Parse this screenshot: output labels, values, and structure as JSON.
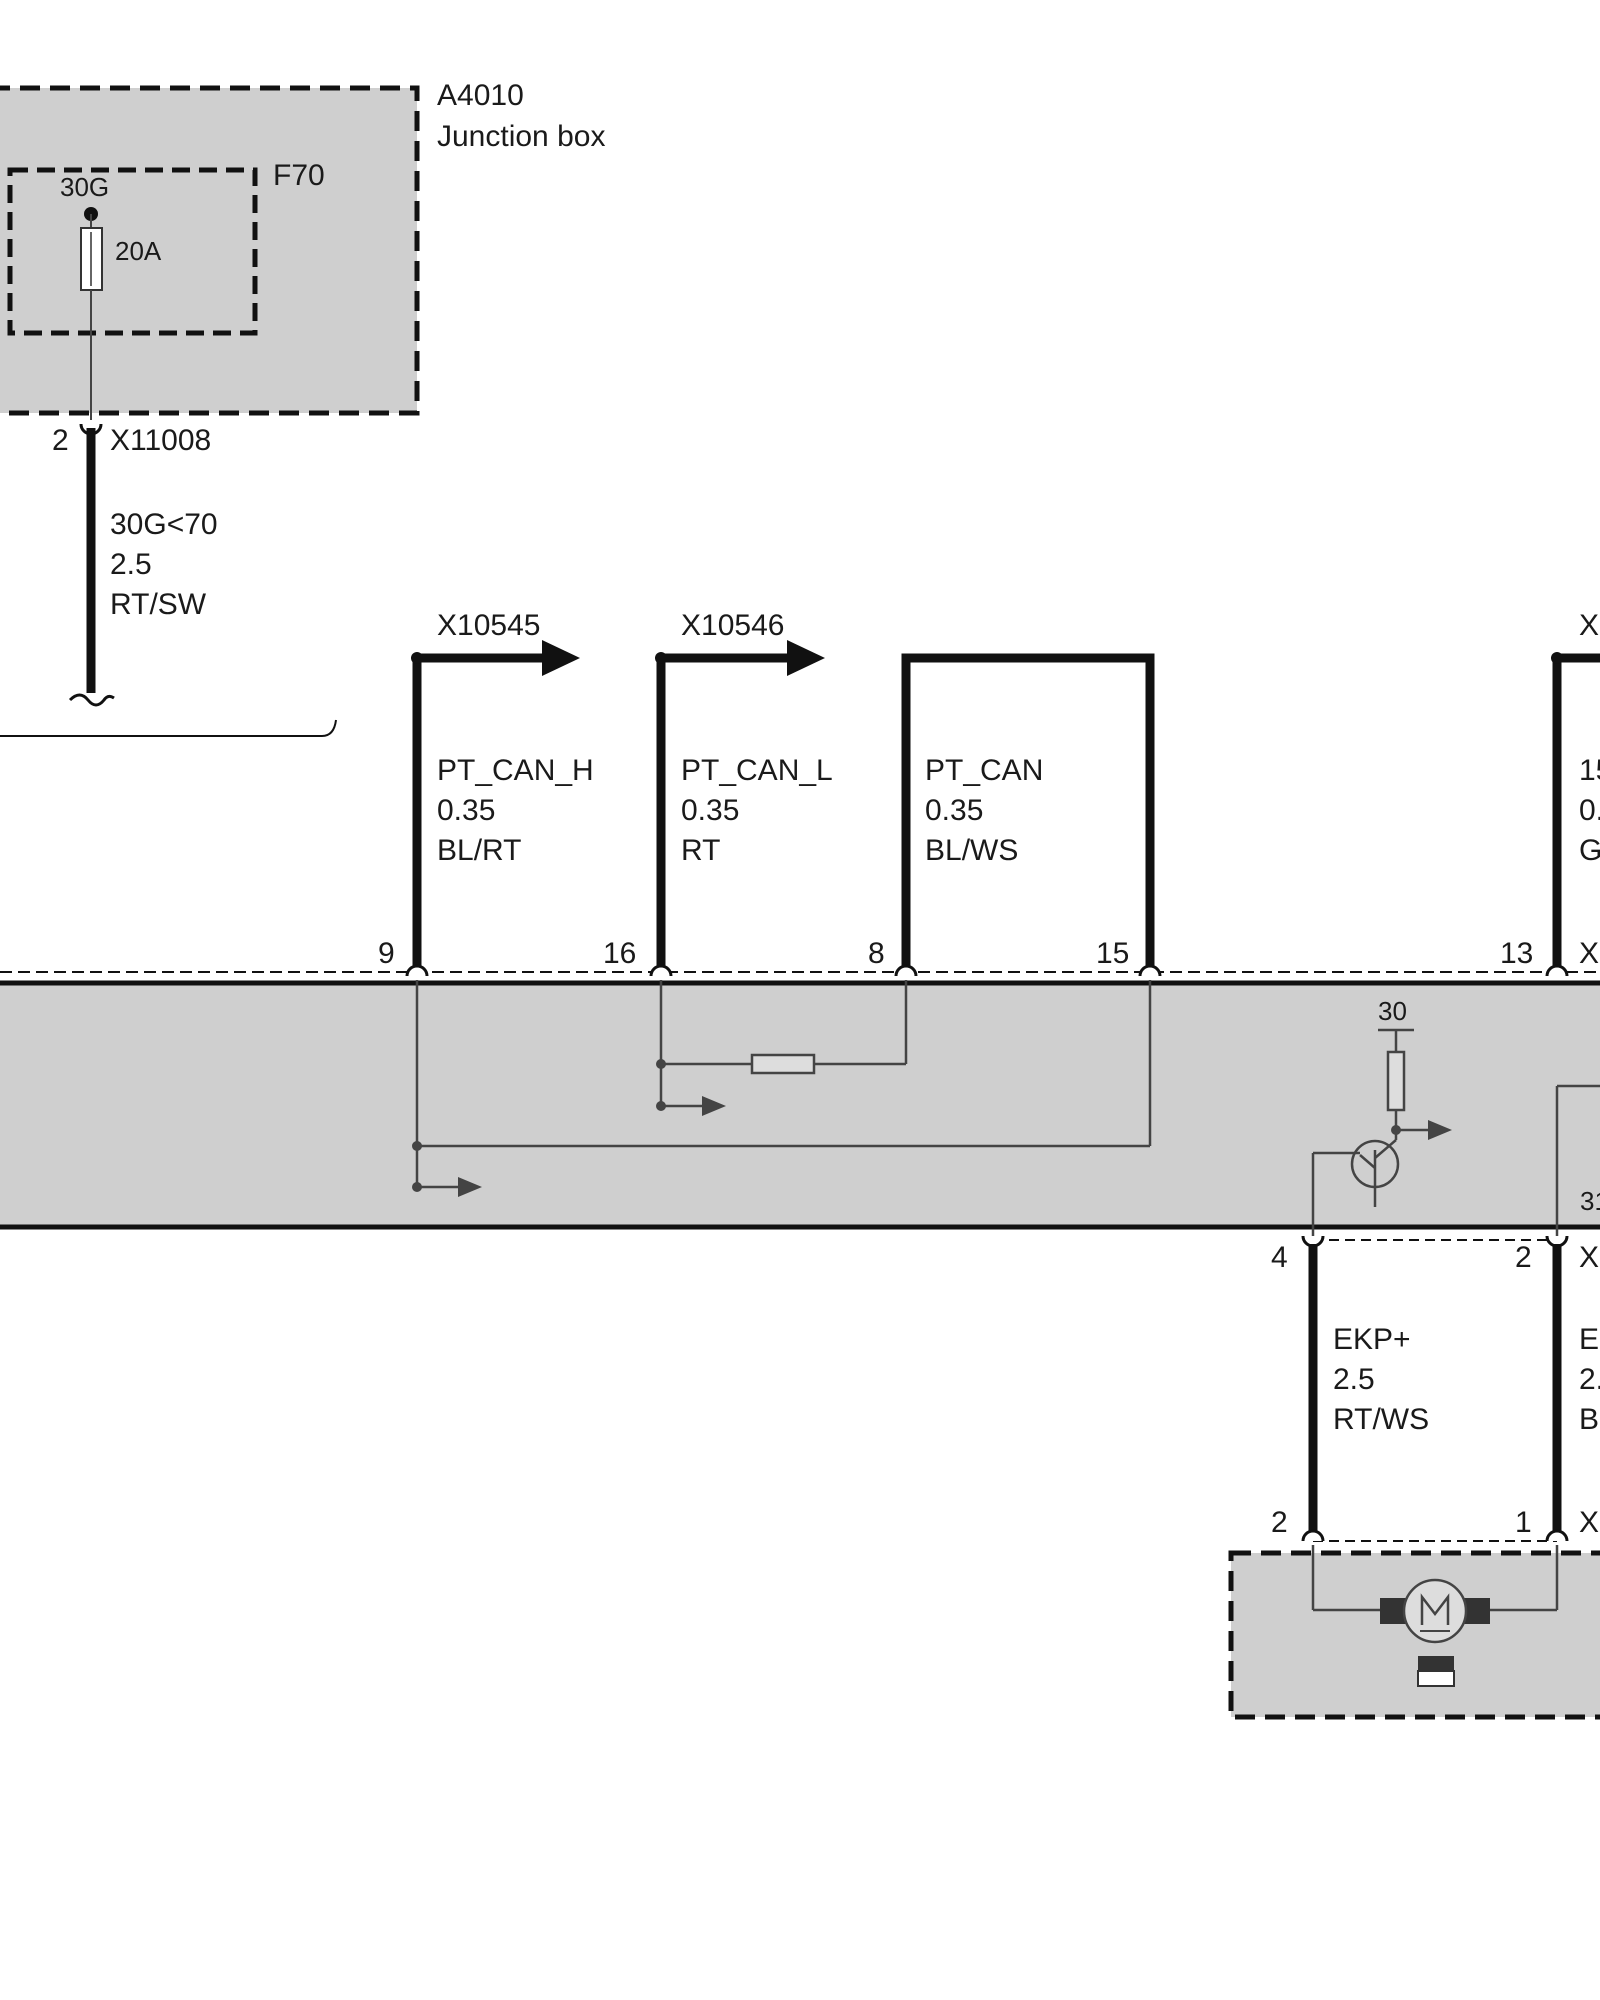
{
  "colors": {
    "module_fill": "#cfcfcf",
    "line": "#111111",
    "thin_line": "#444444",
    "background": "#ffffff"
  },
  "junction_box": {
    "id": "A4010",
    "name": "Junction box",
    "fuse": {
      "id": "F70",
      "terminal": "30G",
      "rating": "20A"
    },
    "connector": {
      "id": "X11008",
      "pin": "2"
    },
    "wire": {
      "signal": "30G<70",
      "gauge": "2.5",
      "color": "RT/SW"
    }
  },
  "can_connectors": {
    "high": "X10545",
    "low": "X10546",
    "right_partial": "X"
  },
  "wires": [
    {
      "signal": "PT_CAN_H",
      "gauge": "0.35",
      "color": "BL/RT",
      "pin": "9"
    },
    {
      "signal": "PT_CAN_L",
      "gauge": "0.35",
      "color": "RT",
      "pin": "16"
    },
    {
      "signal": "PT_CAN",
      "gauge": "0.35",
      "color": "BL/WS",
      "pin_a": "8",
      "pin_b": "15"
    },
    {
      "signal": "15",
      "gauge": "0.",
      "color": "G",
      "pin": "13",
      "connector": "X"
    }
  ],
  "module": {
    "supply_terminal": "30",
    "ground_partial": "31"
  },
  "pump_wires": [
    {
      "signal": "EKP+",
      "gauge": "2.5",
      "color": "RT/WS",
      "pin_top": "4",
      "pin_bottom": "2"
    },
    {
      "signal": "E",
      "gauge": "2.",
      "color": "B",
      "pin_top": "2",
      "pin_bottom": "1",
      "connector_top": "X",
      "connector_bottom": "X"
    }
  ]
}
